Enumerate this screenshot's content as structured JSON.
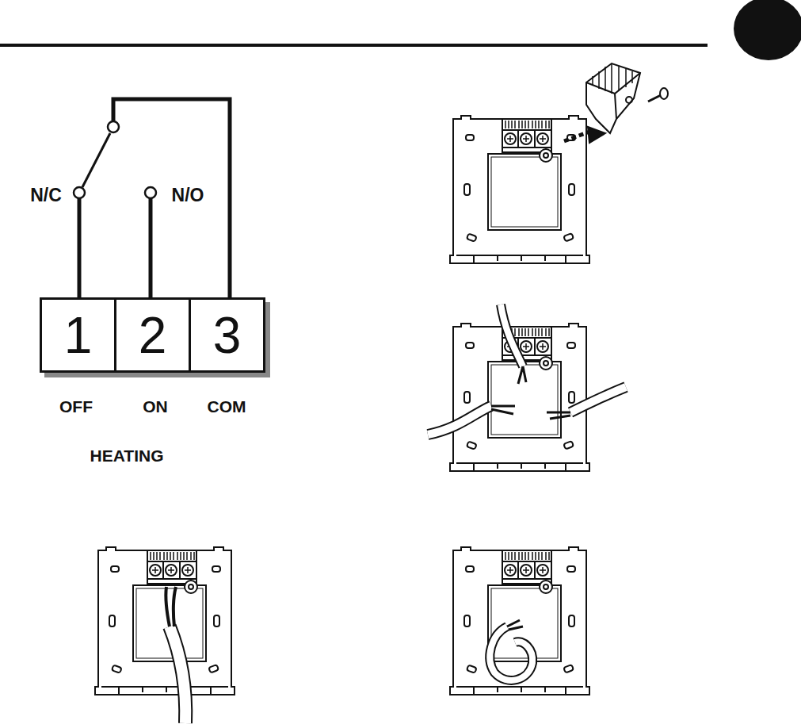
{
  "diagram": {
    "nodes": [
      {
        "text": [
          "1"
        ]
      },
      {
        "text": [
          "2"
        ]
      },
      {
        "text": [
          "3"
        ]
      }
    ],
    "labels": [
      "N/C",
      "N/O",
      "OFF",
      "ON",
      "COM",
      "HEATING"
    ]
  }
}
